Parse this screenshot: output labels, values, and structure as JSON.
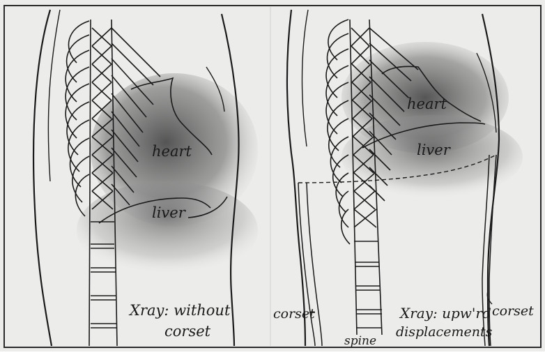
{
  "left_panel": {
    "heart_label": "heart",
    "liver_label": "liver",
    "caption_line1": "Xray: without",
    "caption_line2": "corset"
  },
  "right_panel": {
    "heart_label": "heart",
    "liver_label": "liver",
    "corset_left_label": "corset",
    "corset_right_label": "corset",
    "spine_label": "spine",
    "caption_line1": "Xray: upw'rd",
    "caption_line2": "displacements"
  },
  "colors": {
    "paper": "#ececea",
    "ink": "#1a1a1a",
    "organ_shadow": "#5a5a5a"
  }
}
